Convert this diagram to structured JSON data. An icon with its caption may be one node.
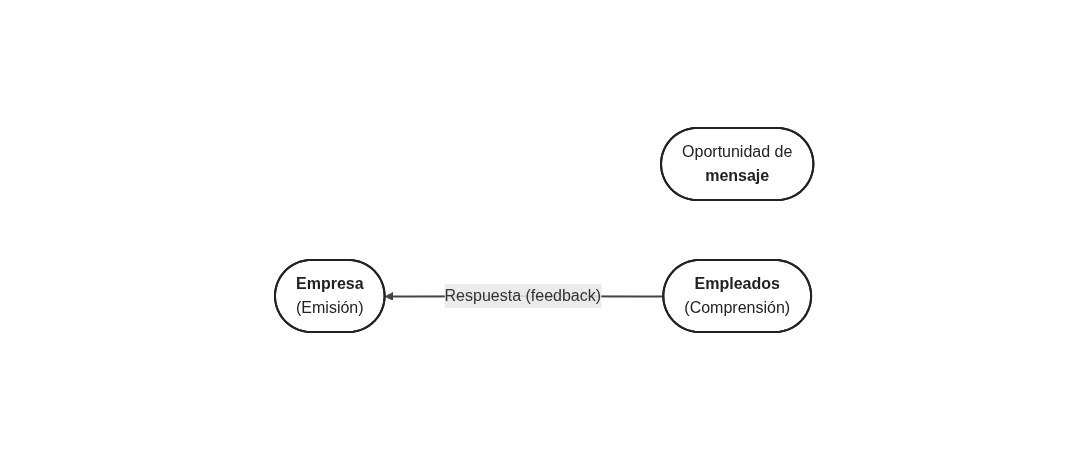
{
  "diagram": {
    "nodes": [
      {
        "text": [
          "Empresa",
          "(Emisión)"
        ]
      },
      {
        "text": [
          "Oportunidad de",
          "mensaje"
        ]
      },
      {
        "text": [
          "Empleados",
          "(Comprensión)"
        ]
      }
    ],
    "edges": [
      {
        "from": 2,
        "to": 0,
        "arrow": "to",
        "label": "Respuesta (feedback)"
      }
    ]
  }
}
